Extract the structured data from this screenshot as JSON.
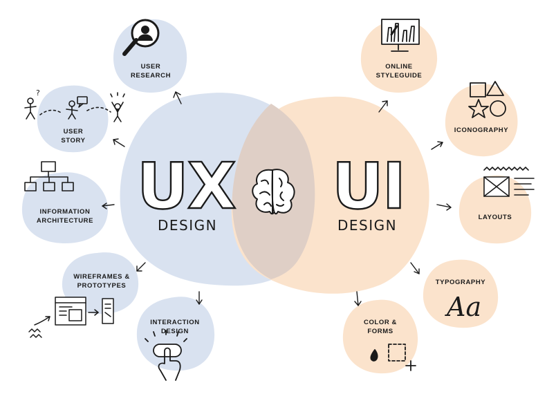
{
  "colors": {
    "ux_blue": "#d9e2f0",
    "ui_orange": "#fbe3cc",
    "overlap": "#dfcfc6",
    "ink": "#1a1a1a"
  },
  "center": {
    "ux_letters": "UX",
    "ux_sub": "DESIGN",
    "ui_letters": "UI",
    "ui_sub": "DESIGN",
    "brain_icon": "brain-icon"
  },
  "ux_topics": [
    {
      "label1": "USER",
      "label2": "RESEARCH",
      "icon": "magnifier-user-icon"
    },
    {
      "label1": "USER",
      "label2": "STORY",
      "icon": "people-dialog-icon"
    },
    {
      "label1": "INFORMATION",
      "label2": "ARCHITECTURE",
      "icon": "sitemap-icon"
    },
    {
      "label1": "WIREFRAMES &",
      "label2": "PROTOTYPES",
      "icon": "wireframe-screens-icon"
    },
    {
      "label1": "INTERACTION",
      "label2": "DESIGN",
      "icon": "hand-tap-icon"
    }
  ],
  "ui_topics": [
    {
      "label1": "ONLINE",
      "label2": "STYLEGUIDE",
      "icon": "monitor-pencils-icon"
    },
    {
      "label1": "ICONOGRAPHY",
      "label2": "",
      "icon": "shapes-icon"
    },
    {
      "label1": "LAYOUTS",
      "label2": "",
      "icon": "layout-grid-icon"
    },
    {
      "label1": "TYPOGRAPHY",
      "label2": "",
      "icon": "font-sample-icon",
      "sample": "Aa"
    },
    {
      "label1": "COLOR &",
      "label2": "FORMS",
      "icon": "drop-crop-icon"
    }
  ]
}
